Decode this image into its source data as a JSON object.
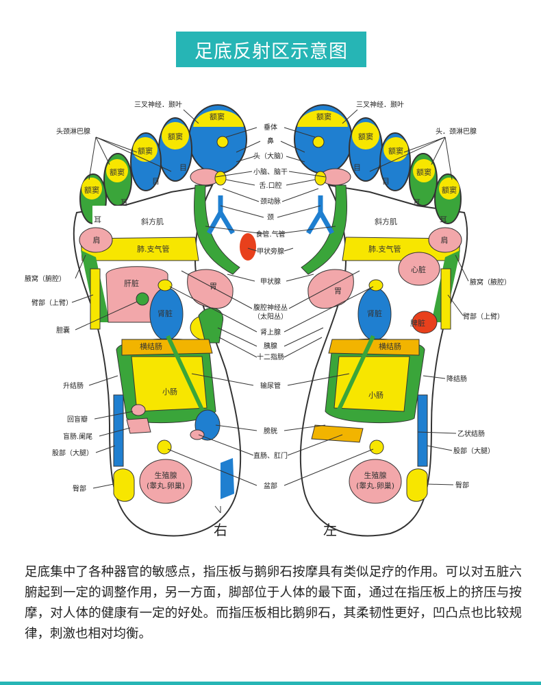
{
  "title": "足底反射区示意图",
  "colors": {
    "accent": "#26b5b5",
    "yellow": "#f7e600",
    "blue": "#1f7fd0",
    "green": "#3aa53a",
    "pink": "#f2a7aa",
    "red": "#e8401c",
    "orange": "#f2b400"
  },
  "zones": {
    "sinus": "额窦",
    "eye": "目",
    "ear": "耳",
    "trapezius": "斜方肌",
    "shoulder": "肩",
    "lung": "肺.支气管",
    "liver": "肝脏",
    "heart": "心脏",
    "stomach": "胃",
    "kidney": "肾脏",
    "spleen": "脾脏",
    "transverse_colon": "横结肠",
    "small_intestine": "小肠",
    "gonad_1": "生殖腺",
    "gonad_2": "(睾丸.卵巢)"
  },
  "right_labels": {
    "trigeminal": "三叉神经．颞叶",
    "head_lymph": "头颈淋巴腺",
    "armpit": "腋窝（腑腔）",
    "upper_arm": "臂部（上臂）",
    "gallbladder": "胆囊",
    "ascending_colon": "升结肠",
    "ileocecal": "回盲瓣",
    "appendix": "盲肠.阑尾",
    "thigh": "股部（大腿）",
    "buttock": "臀部"
  },
  "left_labels": {
    "trigeminal": "三叉神经．颞叶",
    "head_lymph": "头．颈淋巴腺",
    "armpit": "腋窝（腋腔）",
    "upper_arm": "臂部（上臂）",
    "descending_colon": "降结肠",
    "sigmoid": "乙状结肠",
    "thigh": "股部（大腿）",
    "buttock": "臀部"
  },
  "center_labels": [
    "垂体",
    "鼻",
    "头（大脑）",
    "小脑、脑干",
    "舌.口腔",
    "颈动脉",
    "颈",
    "食管.气管",
    "甲状旁腺",
    "甲状腺",
    "腹腔神经丛",
    "（太阳丛）",
    "肾上腺",
    "胰腺",
    "十二指肠",
    "输尿管",
    "膀胱",
    "直肠、肛门",
    "盆部"
  ],
  "foot_right": "右",
  "foot_left": "左",
  "description": "足底集中了各种器官的敏感点，指压板与鹅卵石按摩具有类似足疗的作用。可以对五脏六腑起到一定的调整作用，另一方面，脚部位于人体的最下面，通过在指压板上的挤压与按摩，对人体的健康有一定的好处。而指压板相比鹅卵石，其柔韧性更好，凹凸点也比较规律，刺激也相对均衡。"
}
